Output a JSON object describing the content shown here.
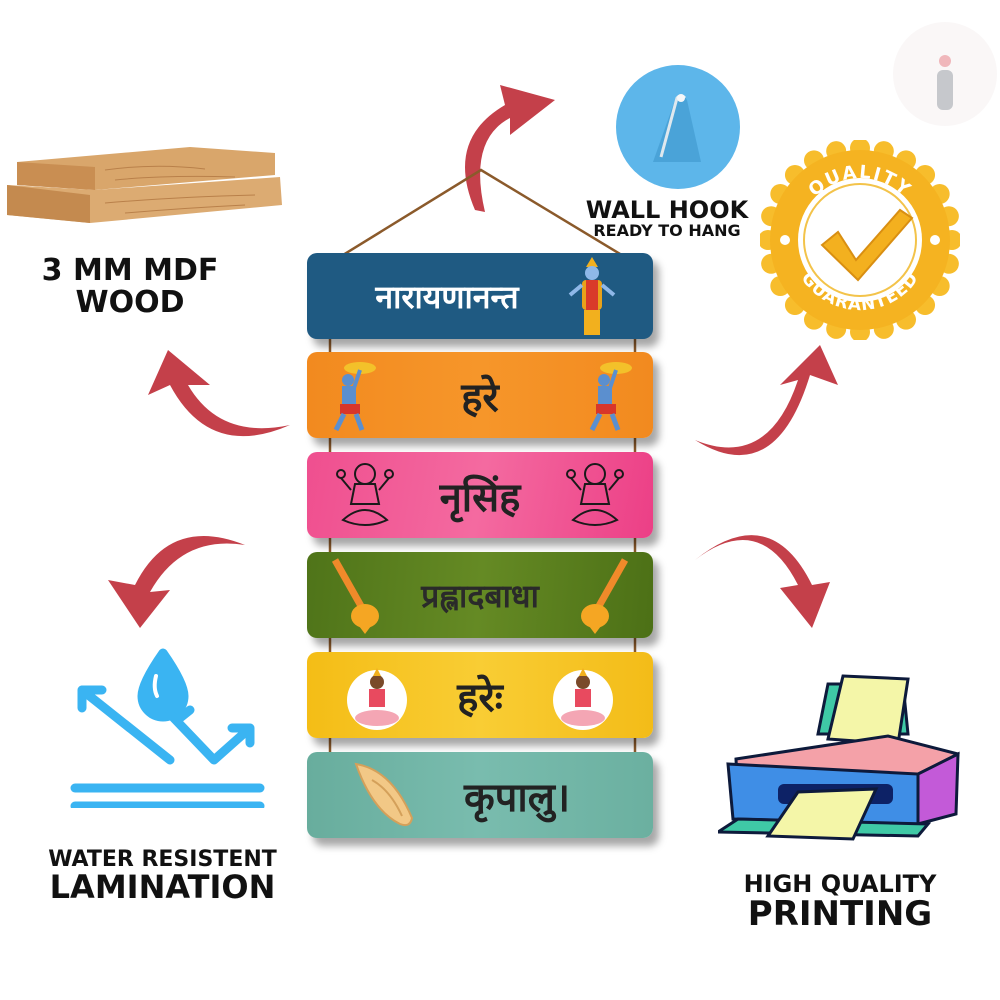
{
  "features": {
    "wood": {
      "line1": "3 MM MDF",
      "line2": "WOOD",
      "icon": "wood-planks-icon"
    },
    "hook": {
      "line1": "WALL HOOK",
      "line2": "READY TO HANG",
      "icon": "wall-hook-icon"
    },
    "quality": {
      "top_text": "QUALITY",
      "bottom_text": "GUARANTEED",
      "icon": "quality-badge-icon"
    },
    "water": {
      "line1": "WATER RESISTENT",
      "line2": "LAMINATION",
      "icon": "water-resistant-icon"
    },
    "printing": {
      "line1": "HIGH QUALITY",
      "line2": "PRINTING",
      "icon": "printer-icon"
    }
  },
  "boards": [
    {
      "text": "नारायणानन्त",
      "color": "#1f5a82",
      "text_color": "#ffffff",
      "decor": "vishnu"
    },
    {
      "text": "हरे",
      "color": "#f28a1f",
      "text_color": "#222222",
      "decor": "chakra-deity"
    },
    {
      "text": "नृसिंह",
      "color": "#ef4f8f",
      "text_color": "#222222",
      "decor": "narasimha"
    },
    {
      "text": "प्रह्लादबाधा",
      "color": "#577d1c",
      "text_color": "#2a2a2a",
      "decor": "mace"
    },
    {
      "text": "हरेः",
      "color": "#f7c51e",
      "text_color": "#222222",
      "decor": "lakshmi"
    },
    {
      "text": "कृपालु।",
      "color": "#6fb3a3",
      "text_color": "#222222",
      "decor": "conch"
    }
  ],
  "colors": {
    "arrow": "#c4404a",
    "string": "#8b5a2b",
    "water_blue": "#3ab4f2",
    "badge_gold": "#f5b321"
  },
  "corner_logo": {
    "icon": "info-logo-icon"
  }
}
